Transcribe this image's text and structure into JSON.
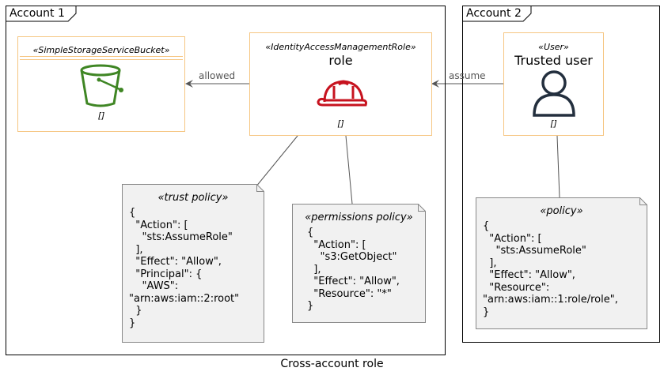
{
  "frames": {
    "account1": "Account 1",
    "account2": "Account 2"
  },
  "nodes": {
    "bucket": {
      "stereotype": "«SimpleStorageServiceBucket»",
      "footer": "[]",
      "icon": "s3-bucket-icon"
    },
    "role": {
      "stereotype": "«IdentityAccessManagementRole»",
      "name": "role",
      "footer": "[]",
      "icon": "iam-role-helmet-icon"
    },
    "user": {
      "stereotype": "«User»",
      "name": "Trusted user",
      "footer": "[]",
      "icon": "user-icon"
    }
  },
  "edges": {
    "allowed": "allowed",
    "assume": "assume"
  },
  "notes": {
    "trust": {
      "title": "«trust policy»",
      "body": "{\n  \"Action\": [\n    \"sts:AssumeRole\"\n  ],\n  \"Effect\": \"Allow\",\n  \"Principal\": {\n    \"AWS\":\n\"arn:aws:iam::2:root\"\n  }\n}"
    },
    "permissions": {
      "title": "«permissions policy»",
      "body": "{\n  \"Action\": [\n    \"s3:GetObject\"\n  ],\n  \"Effect\": \"Allow\",\n  \"Resource\": \"*\"\n}"
    },
    "policy": {
      "title": "«policy»",
      "body": "{\n  \"Action\": [\n    \"sts:AssumeRole\"\n  ],\n  \"Effect\": \"Allow\",\n  \"Resource\":\n\"arn:aws:iam::1:role/role\",\n}"
    }
  },
  "caption": "Cross-account role",
  "colors": {
    "node_border": "#f6c682",
    "bucket_green": "#3f8624",
    "role_red": "#c7131f",
    "user_navy": "#232f3e",
    "note_fill": "#f1f1f1"
  }
}
